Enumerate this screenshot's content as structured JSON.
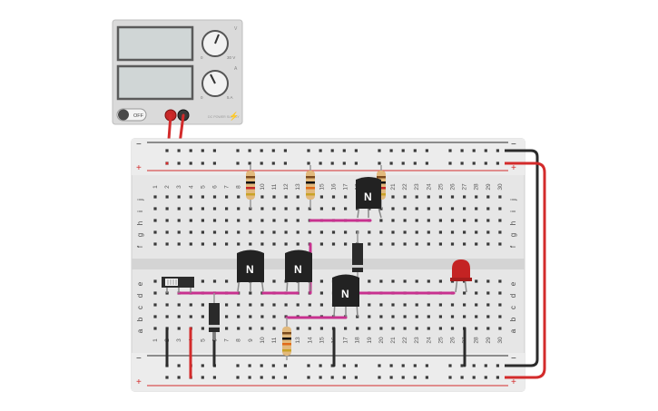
{
  "power_supply": {
    "off_label": "OFF",
    "brand_text": "DC POWER SUPPLY",
    "voltage_knob_label": "V",
    "current_knob_label": "A",
    "knob_min_label": "0",
    "voltage_max_label": "30 V",
    "current_max_label": "5 A"
  },
  "breadboard": {
    "rail_minus": "−",
    "rail_plus": "+",
    "columns": [
      "1",
      "2",
      "3",
      "4",
      "5",
      "6",
      "7",
      "8",
      "9",
      "10",
      "11",
      "12",
      "13",
      "14",
      "15",
      "16",
      "17",
      "18",
      "19",
      "20",
      "21",
      "22",
      "23",
      "24",
      "25",
      "26",
      "27",
      "28",
      "29",
      "30"
    ],
    "rows_top": [
      "j",
      "i",
      "h",
      "g",
      "f"
    ],
    "rows_bottom": [
      "e",
      "d",
      "c",
      "b",
      "a"
    ]
  },
  "transistors": [
    {
      "label": "N"
    },
    {
      "label": "N"
    },
    {
      "label": "N"
    },
    {
      "label": "N"
    }
  ],
  "colors": {
    "wire_red": "#d32b2b",
    "wire_black": "#2b2b2b",
    "jumper_magenta": "#c8318f",
    "breadboard_body": "#e6e6e6",
    "psu_body": "#d9d9d9",
    "led": "#c42323",
    "transistor": "#222222"
  }
}
